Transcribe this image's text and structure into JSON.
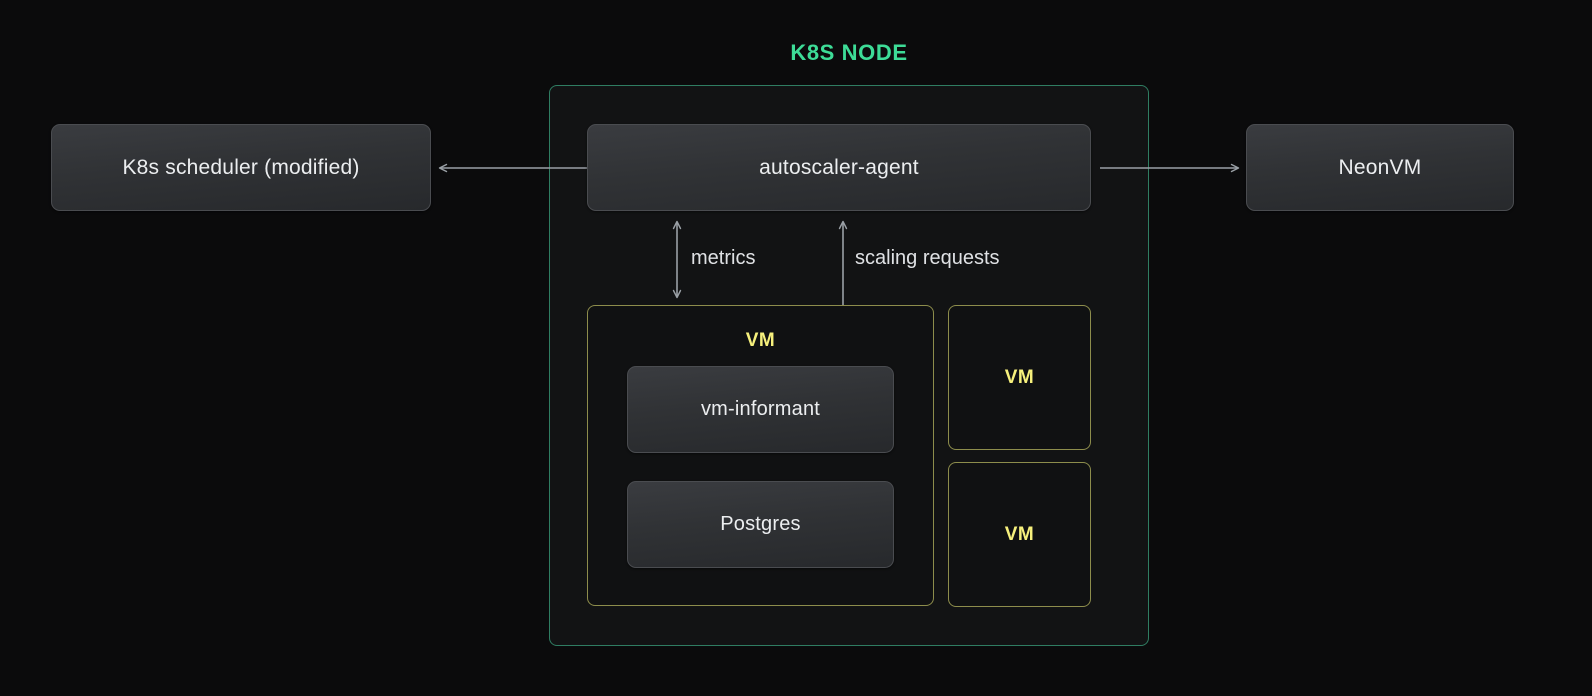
{
  "diagram": {
    "title": "K8S NODE",
    "accent_green": "#3ddc97",
    "node_border_color": "#2f7d62",
    "vm_border_color": "#8d8d4c",
    "vm_label_color": "#f6f07c",
    "background_color": "#0b0b0c",
    "box_text_color": "#eceef0",
    "arrow_color": "#9aa0a6"
  },
  "external_nodes": {
    "scheduler": {
      "label": "K8s scheduler (modified)"
    },
    "neonvm": {
      "label": "NeonVM"
    }
  },
  "k8s_node": {
    "title": "K8S NODE",
    "agent": {
      "label": "autoscaler-agent"
    },
    "vm_main": {
      "label": "VM",
      "children": [
        {
          "label": "vm-informant"
        },
        {
          "label": "Postgres"
        }
      ]
    },
    "vm_side": [
      {
        "label": "VM"
      },
      {
        "label": "VM"
      }
    ]
  },
  "connections": [
    {
      "id": "agent-to-scheduler",
      "label": "",
      "direction": "left",
      "from": "autoscaler-agent",
      "to": "K8s scheduler (modified)"
    },
    {
      "id": "agent-to-neonvm",
      "label": "",
      "direction": "right",
      "from": "autoscaler-agent",
      "to": "NeonVM"
    },
    {
      "id": "metrics",
      "label": "metrics",
      "direction": "bidirectional",
      "from": "autoscaler-agent",
      "to": "VM"
    },
    {
      "id": "scaling-requests",
      "label": "scaling requests",
      "direction": "bidirectional",
      "from": "autoscaler-agent",
      "to": "VM"
    }
  ],
  "arrow_labels": {
    "metrics": "metrics",
    "scaling_requests": "scaling requests"
  }
}
